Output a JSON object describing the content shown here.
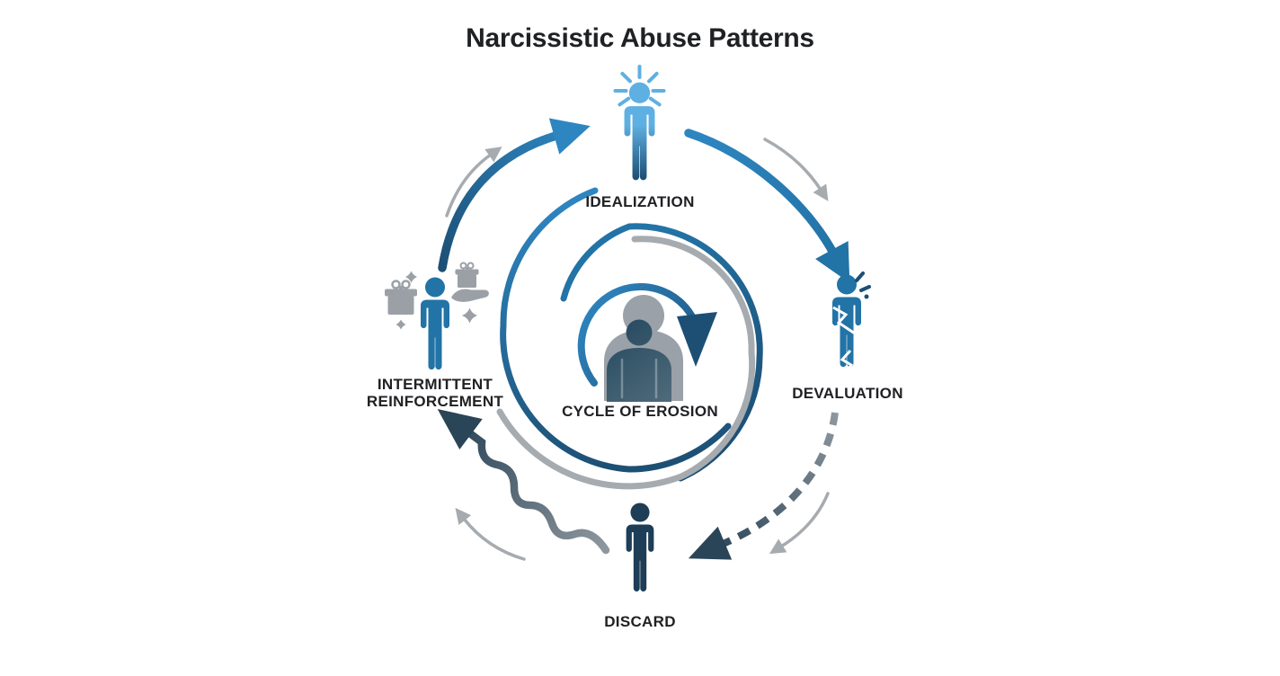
{
  "title": "Narcissistic Abuse Patterns",
  "nodes": {
    "idealization": {
      "label": "IDEALIZATION",
      "icon": "person-radiant-blue",
      "position": "top"
    },
    "devaluation": {
      "label": "DEVALUATION",
      "icon": "person-cracked",
      "position": "right"
    },
    "discard": {
      "label": "DISCARD",
      "icon": "person-dark-navy",
      "position": "bottom"
    },
    "intermittent_reinforcement": {
      "label_line1": "INTERMITTENT",
      "label_line2": "REINFORCEMENT",
      "icon": "person-with-gifts-and-sparkles",
      "position": "left"
    },
    "cycle_of_erosion": {
      "label": "CYCLE OF EROSION",
      "icon": "fading-person-in-spiral",
      "position": "center"
    }
  },
  "edges": [
    {
      "from": "INTERMITTENT REINFORCEMENT",
      "to": "IDEALIZATION",
      "style": "solid curved arrow",
      "color_key": "blue_bright"
    },
    {
      "from": "IDEALIZATION",
      "to": "DEVALUATION",
      "style": "solid curved arrow",
      "color_key": "blue_deep"
    },
    {
      "from": "DEVALUATION",
      "to": "DISCARD",
      "style": "dashed curved arrow",
      "color_key": "navy_deep"
    },
    {
      "from": "DISCARD",
      "to": "INTERMITTENT REINFORCEMENT",
      "style": "wavy arrow",
      "color_key": "navy_deep"
    },
    {
      "from": "outer cycle",
      "to": "CYCLE OF EROSION",
      "style": "inward clockwise spiral with arrow",
      "color_key": "blue_bright"
    }
  ],
  "accent_arrows": {
    "count": 4,
    "color_key": "gray",
    "positions": [
      "upper-left",
      "upper-right",
      "lower-right",
      "lower-left"
    ]
  },
  "colors": {
    "bg": "#ffffff",
    "text": "#202124",
    "blue_light": "#5fb0e2",
    "blue_bright": "#2e86c1",
    "blue_deep": "#2273a6",
    "navy": "#1d4f74",
    "navy_deep": "#2b4558",
    "discard_navy": "#1e3d56",
    "center_navy": "#2b4d63",
    "center_navy_light": "#4f6b7a",
    "center_gray": "#9aa1a8",
    "gray": "#a6abb0",
    "gray_dark": "#8f979e",
    "gray_icon": "#9aa0a6"
  }
}
